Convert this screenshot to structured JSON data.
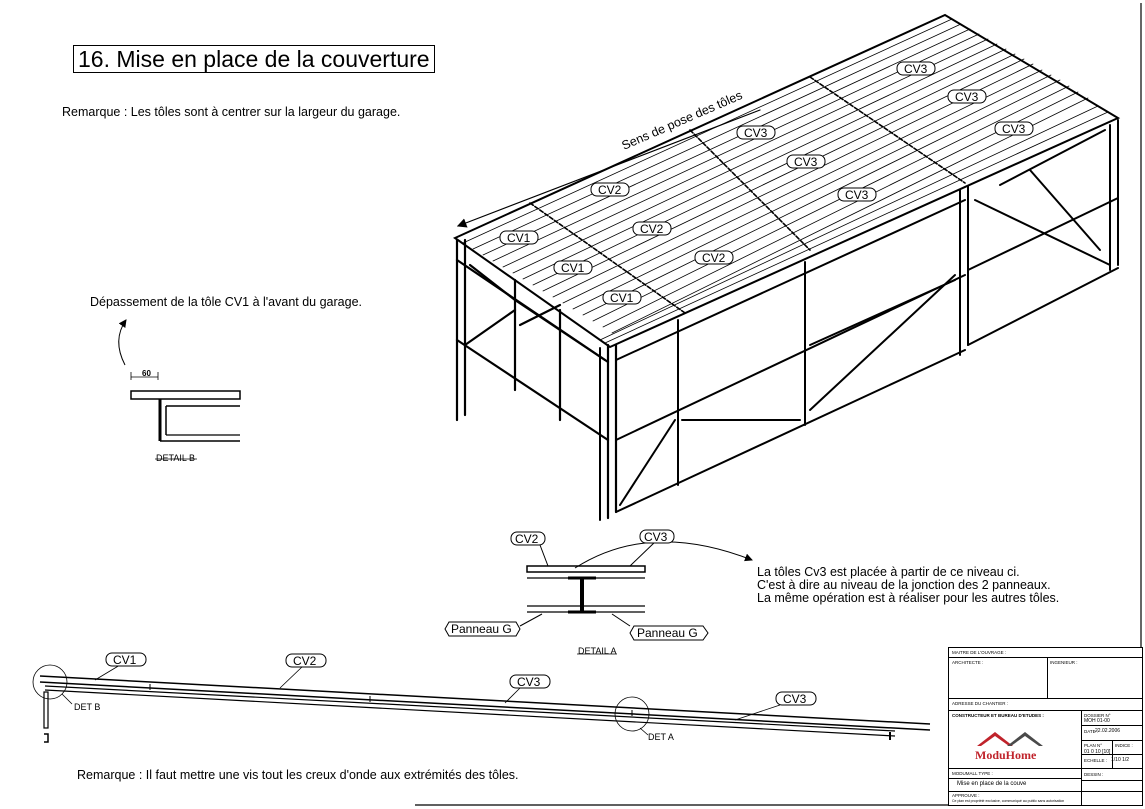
{
  "title": "16. Mise en place de la couverture",
  "notes": {
    "top": "Remarque : Les tôles sont à centrer sur la largeur du garage.",
    "bottom": "Remarque : Il faut mettre une vis tout les creux d'onde aux extrémités des tôles.",
    "overhang": "Dépassement de la tôle CV1 à l'avant du garage.",
    "cv3_1": "La tôles Cv3 est placée à partir de ce niveau ci.",
    "cv3_2": "C'est à dire au niveau de la jonction des 2 panneaux.",
    "cv3_3": "La même opération est à réaliser pour les autres tôles."
  },
  "isometric": {
    "direction_label": "Sens de pose des tôles",
    "sheet_labels": [
      "CV3",
      "CV3",
      "CV3",
      "CV3",
      "CV3",
      "CV3",
      "CV2",
      "CV2",
      "CV2",
      "CV1",
      "CV1",
      "CV1"
    ]
  },
  "detail_b": {
    "dimension": "60",
    "caption": "DETAIL B"
  },
  "detail_a": {
    "caption": "DETAIL A",
    "tag_left": "CV2",
    "tag_right": "CV3",
    "panel_left": "Panneau G",
    "panel_right": "Panneau G"
  },
  "section": {
    "tags": [
      "CV1",
      "CV2",
      "CV3",
      "CV3"
    ],
    "det_b": "DET B",
    "det_a": "DET A"
  },
  "title_block": {
    "maitre": "MAITRE DE L'OUVRAGE :",
    "architecte": "ARCHITECTE :",
    "ingenieur": "INGENIEUR :",
    "adresse": "ADRESSE DU CHANTIER :",
    "constructeur": "CONSTRUCTEUR ET BUREAU D'ETUDES :",
    "dossier_label": "DOSSIER N°",
    "dossier_value": "MOH  01-00",
    "date_label": "DATE :",
    "date_value": "22.02.2006",
    "plan_label": "PLAN N°",
    "plan_value": "01 0  10  [10]",
    "indice_label": "INDICE :",
    "echelle_label": "ECHELLE :",
    "echelle_value": "1/10  1/2",
    "dessin_label": "DESSIN :",
    "modul_label": "MODUMALL TYPE :",
    "plan_title": "Mise en place de la couve",
    "approuve": "APPROUVE :",
    "footer": "Ce plan est propriété exclusive, communiqué au public sans autorisation",
    "logo": "ModuHome"
  },
  "colors": {
    "logo_red": "#c0232b",
    "logo_roof": "#4a4a4a"
  }
}
